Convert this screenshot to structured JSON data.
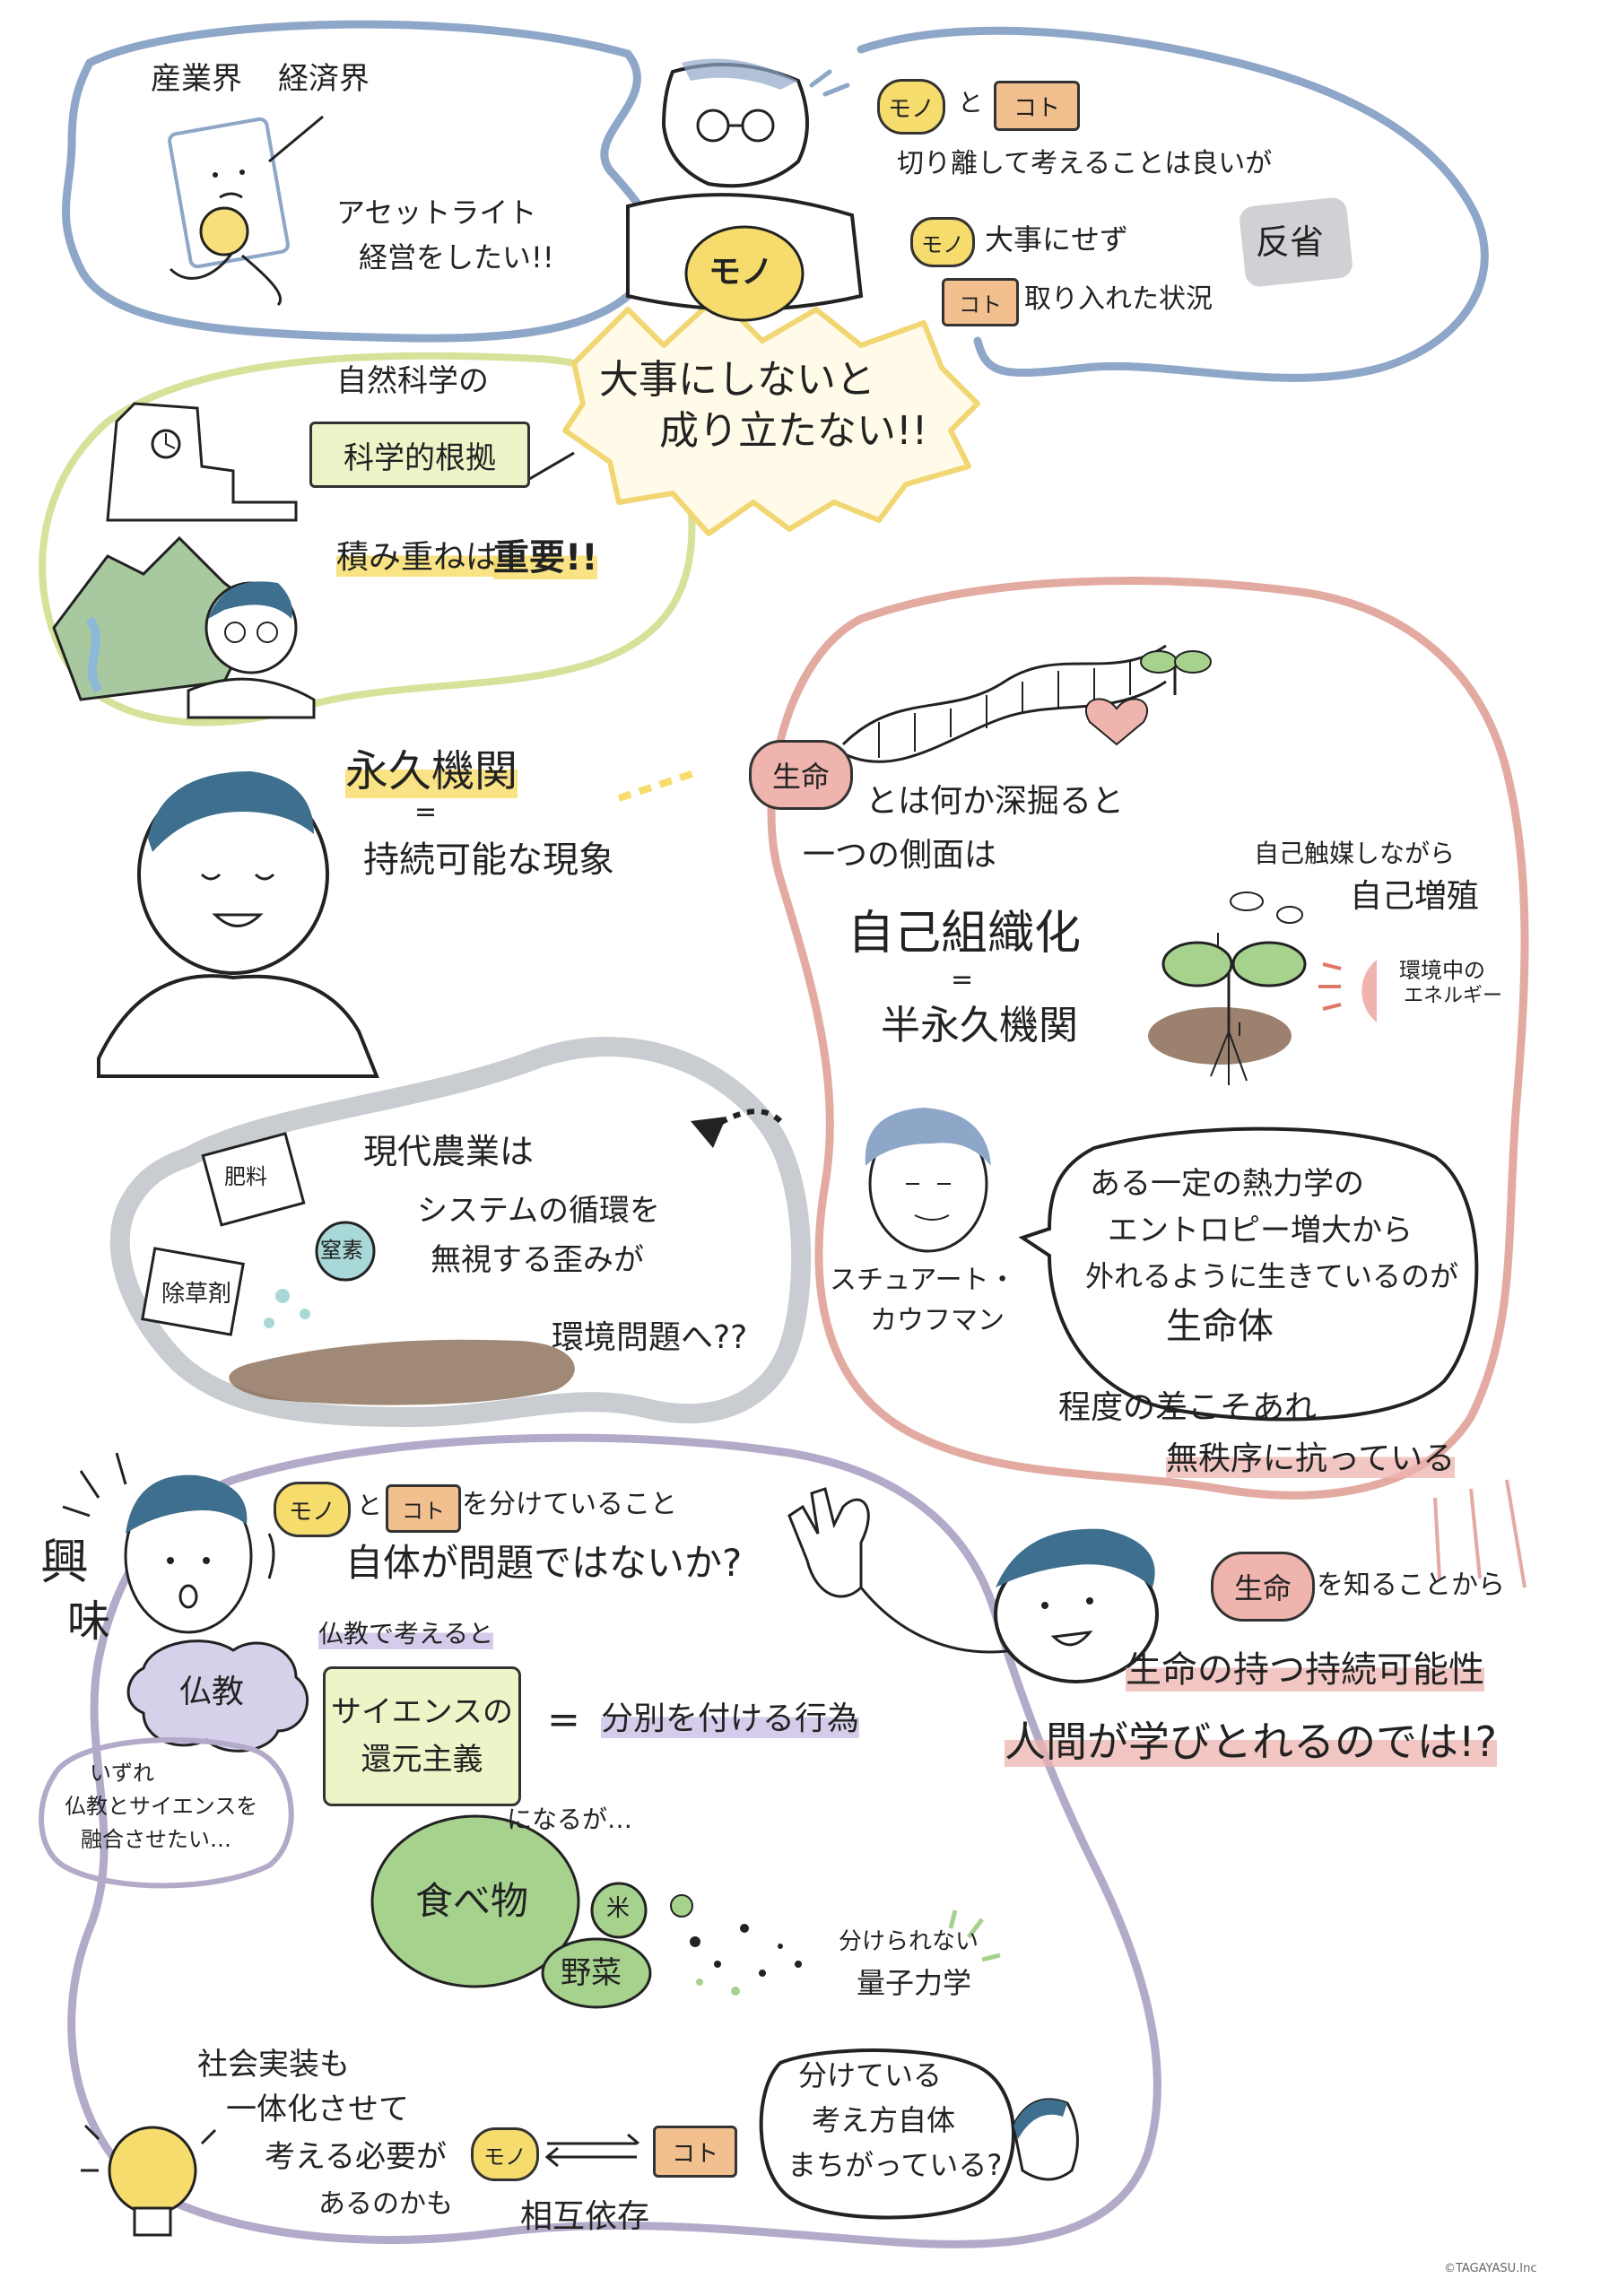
{
  "colors": {
    "blue_outline": "#8ea6c8",
    "green_outline": "#d6e29a",
    "pink_outline": "#e3aaa2",
    "gray_outline": "#c9ccd0",
    "purple_outline": "#b3a9c9",
    "yellow_highlight": "#f6dc6c",
    "pink_highlight": "#eeb4ad",
    "orange_tag": "#f2bf8e",
    "green_fill": "#a6d28e",
    "hair_blue": "#3e6f8e"
  },
  "section_industry": {
    "label1": "産業界",
    "label2": "経済界",
    "asset_light": "アセットライト",
    "asset_light2": "経営をしたい!!"
  },
  "section_mono_koto": {
    "mono_tag": "モノ",
    "to": "と",
    "koto_tag": "コト",
    "separate_good": "切り離して考えることは良いが",
    "mono_tag2": "モノ",
    "not_valued": "大事にせず",
    "koto_tag2": "コト",
    "koto_adopted": "取り入れた状況",
    "reflection": "反省",
    "ball_label": "モノ",
    "burst1": "大事にしないと",
    "burst2": "成り立たない!!"
  },
  "section_science": {
    "natural_science": "自然科学の",
    "scientific_basis": "科学的根拠",
    "accumulation": "積み重ねは",
    "important": "重要!!"
  },
  "section_perpetual": {
    "perpetual_engine": "永久機関",
    "equals": "=",
    "sustainable": "持続可能な現象"
  },
  "section_life": {
    "life_tag": "生命",
    "dig_deep": "とは何か深掘ると",
    "one_aspect": "一つの側面は",
    "self_organization": "自己組織化",
    "equals": "=",
    "semi_perpetual": "半永久機関",
    "self_catalysis": "自己触媒しながら",
    "self_replication": "自己増殖",
    "env_energy1": "環境中の",
    "env_energy2": "エネルギー",
    "person_name1": "スチュアート・",
    "person_name2": "カウフマン",
    "speech1": "ある一定の熱力学の",
    "speech2": "エントロピー増大から",
    "speech3": "外れるように生きているのが",
    "speech4": "生命体",
    "degree": "程度の差こそあれ",
    "resist": "無秩序に抗っている"
  },
  "section_agriculture": {
    "modern_agri": "現代農業は",
    "fertilizer": "肥料",
    "nitrogen": "窒素",
    "herbicide": "除草剤",
    "ignore_cycle": "システムの循環を",
    "distortion": "無視する歪みが",
    "env_problem": "環境問題へ??"
  },
  "section_buddhism": {
    "kyomi1": "興",
    "kyomi2": "味",
    "mono_tag": "モノ",
    "to": "と",
    "koto_tag": "コト",
    "separating": "を分けていること",
    "is_problem": "自体が問題ではないか?",
    "buddhism_thinking": "仏教で考えると",
    "buddhism_tag": "仏教",
    "science_reduction1": "サイエンスの",
    "science_reduction2": "還元主義",
    "equals": "=",
    "discrimination": "分別を付ける行為",
    "becomes_but": "になるが…",
    "someday1": "いずれ",
    "someday2": "仏教とサイエンスを",
    "someday3": "融合させたい…",
    "food": "食べ物",
    "rice": "米",
    "vegetables": "野菜",
    "indivisible": "分けられない",
    "quantum": "量子力学",
    "separate_thinking1": "分けている",
    "separate_thinking2": "考え方自体",
    "separate_thinking3": "まちがっている?",
    "social1": "社会実装も",
    "social2": "一体化させて",
    "social3": "考える必要が",
    "social4": "あるのかも",
    "mono_tag2": "モノ",
    "koto_tag2": "コト",
    "interdependence": "相互依存"
  },
  "section_learn": {
    "life_tag": "生命",
    "from_knowing": "を知ることから",
    "life_sustain": "生命の持つ持続可能性",
    "human_learn": "人間が学びとれるのでは!?"
  },
  "credit": "©TAGAYASU.Inc"
}
